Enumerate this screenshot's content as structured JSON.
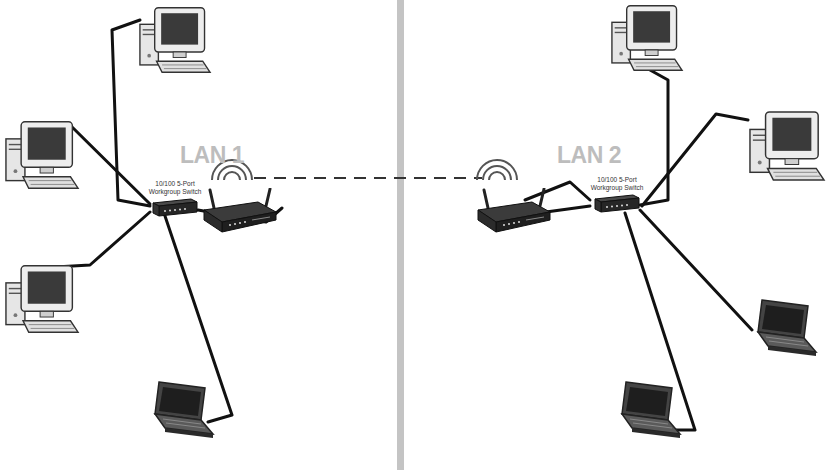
{
  "diagram": {
    "nodes": [
      {
        "text": [
          "10/100 5-Port Workgroup Switch"
        ]
      },
      {
        "text": [
          "10/100 5-Port Workgroup Switch"
        ]
      }
    ],
    "labels": [
      "LAN 1",
      "LAN 2"
    ]
  }
}
